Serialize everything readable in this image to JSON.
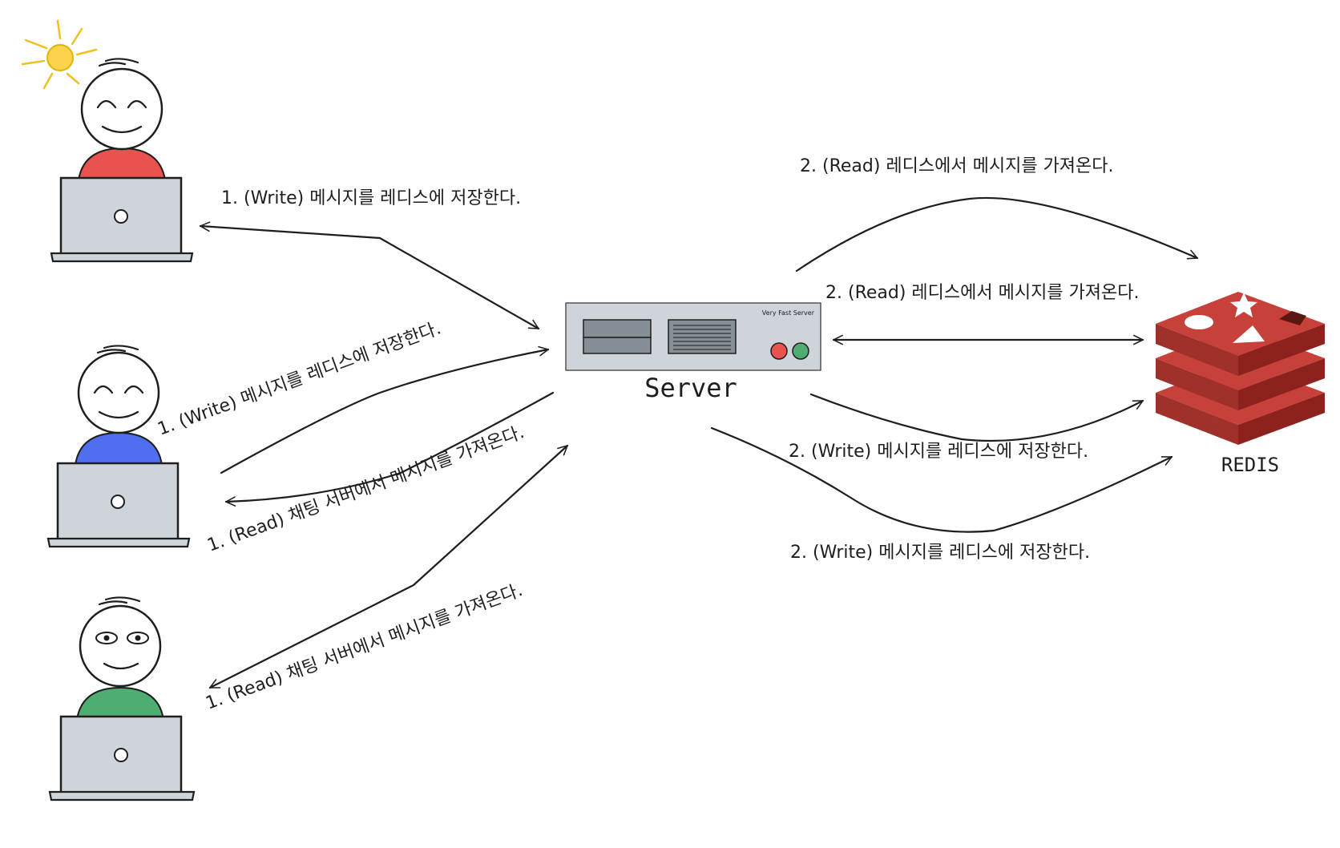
{
  "server": {
    "label": "Server",
    "caption": "Very Fast Server"
  },
  "redis": {
    "label": "REDIS"
  },
  "clients": [
    {
      "shirt_color": "#e8534f",
      "eyes": "happy",
      "sun": true
    },
    {
      "shirt_color": "#4f6ff0",
      "eyes": "happy",
      "sun": false
    },
    {
      "shirt_color": "#4fad72",
      "eyes": "open",
      "sun": false
    }
  ],
  "labels": {
    "client1_write": "1. (Write) 메시지를 레디스에 저장한다.",
    "client2_write": "1. (Write) 메시지를 레디스에 저장한다.",
    "client2_read": "1. (Read) 채팅 서버에서 메시지를 가져온다.",
    "client3_read": "1. (Read) 채팅 서버에서 메시지를 가져온다.",
    "redis_read_top": "2. (Read) 레디스에서 메시지를 가져온다.",
    "redis_read_mid": "2. (Read) 레디스에서 메시지를 가져온다.",
    "redis_write_mid": "2. (Write) 메시지를 레디스에 저장한다.",
    "redis_write_bottom": "2. (Write) 메시지를 레디스에 저장한다."
  },
  "colors": {
    "redis_red": "#b8312b",
    "redis_dark": "#8c221d",
    "laptop_gray": "#ced4da",
    "server_gray": "#ced4da",
    "led_red": "#e8534f",
    "led_green": "#4fad72",
    "sun_yellow": "#fcd34d"
  }
}
